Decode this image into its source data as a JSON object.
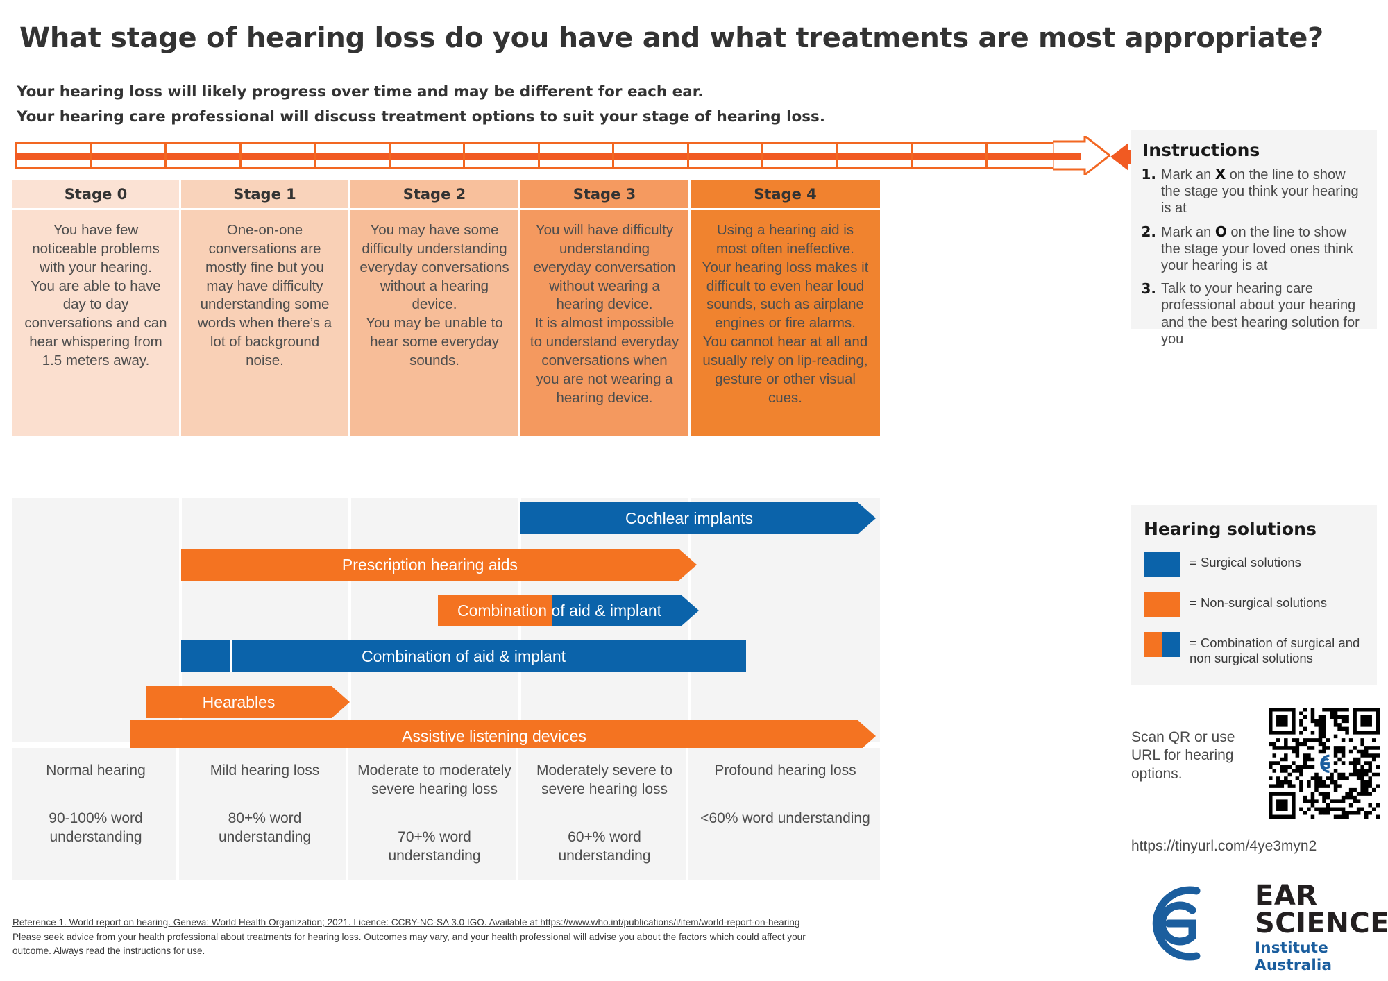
{
  "header": {
    "title": "What stage of hearing loss do you have and what treatments are most appropriate?",
    "subtitle_line1": "Your hearing loss will likely progress over time and may be different for each ear.",
    "subtitle_line2": "Your hearing care professional will discuss treatment options to suit your stage of hearing loss."
  },
  "stages": [
    {
      "label": "Stage 0",
      "description": "You have few noticeable problems with your hearing.\nYou are able to have day to day conversations and can hear whispering from 1.5 meters away.",
      "classification": "Normal hearing",
      "word_understanding": "90-100% word understanding",
      "header_color": "#fbe2d4",
      "body_color": "#fbdfcf"
    },
    {
      "label": "Stage 1",
      "description": "One-on-one conversations are mostly fine but you may have difficulty understanding some words when there’s a lot of background noise.",
      "classification": "Mild hearing loss",
      "word_understanding": "80+% word understanding",
      "header_color": "#f9d3bb",
      "body_color": "#f9d0b6"
    },
    {
      "label": "Stage 2",
      "description": "You may have some difficulty understanding everyday conversations without a hearing device.\nYou may be unable to hear some everyday sounds.",
      "classification": "Moderate to moderately severe hearing loss",
      "word_understanding": "70+% word understanding",
      "header_color": "#f8c09c",
      "body_color": "#f7bd98"
    },
    {
      "label": "Stage 3",
      "description": "You will have difficulty understanding everyday conversation without wearing a hearing device.\nIt is almost impossible to understand everyday conversations when you are not wearing a hearing device.",
      "classification": "Moderately severe to severe hearing loss",
      "word_understanding": "60+% word understanding",
      "header_color": "#f59a60",
      "body_color": "#f4995f"
    },
    {
      "label": "Stage 4",
      "description": "Using a hearing aid is most often ineffective.\nYour hearing loss makes it difficult to even hear loud sounds, such as airplane engines or fire alarms.\nYou cannot hear at all and usually rely on lip-reading, gesture or other visual cues.",
      "classification": "Profound hearing loss",
      "word_understanding": "<60% word understanding",
      "header_color": "#f1822f",
      "body_color": "#f0832f"
    }
  ],
  "solution_bars": [
    {
      "label": "Cochlear implants",
      "type": "surgical"
    },
    {
      "label": "Prescription hearing aids",
      "type": "non-surgical"
    },
    {
      "label": "Combination of aid & implant",
      "type": "combination"
    },
    {
      "label": "Combination of aid & implant",
      "type": "combination-wide"
    },
    {
      "label": "Hearables",
      "type": "non-surgical"
    },
    {
      "label": "Assistive listening devices",
      "type": "non-surgical"
    }
  ],
  "instructions": {
    "heading": "Instructions",
    "items": [
      {
        "num": "1.",
        "before": "Mark an ",
        "mark": "X",
        "after": " on the line to show the stage you think your hearing is at"
      },
      {
        "num": "2.",
        "before": "Mark an ",
        "mark": "O",
        "after": " on the line to show the stage your loved ones think your hearing is at"
      },
      {
        "num": "3.",
        "before": "Talk to your hearing care professional about your hearing and the best hearing solution for you",
        "mark": "",
        "after": ""
      }
    ]
  },
  "legend": {
    "heading": "Hearing solutions",
    "items": [
      {
        "text": "= Surgical solutions",
        "swatch": "blue"
      },
      {
        "text": "= Non-surgical solutions",
        "swatch": "orange"
      },
      {
        "text": "= Combination of surgical and non surgical solutions",
        "swatch": "split"
      }
    ],
    "colors": {
      "surgical": "#0b63aa",
      "non_surgical": "#f47321"
    }
  },
  "qr": {
    "scan_text": "Scan QR or use URL for hearing options.",
    "url": "https://tinyurl.com/4ye3myn2"
  },
  "logo": {
    "line1": "EAR",
    "line2": "SCIENCE",
    "line3": "Institute Australia"
  },
  "footer": {
    "line1": "Reference 1. World report on hearing. Geneva: World Health Organization; 2021. Licence: CCBY-NC-SA 3.0 IGO. Available at https://www.who.int/publications/i/item/world-report-on-hearing",
    "line2": "Please seek advice from your health professional about treatments for hearing loss. Outcomes may vary, and your health professional will advise you about the factors which could affect your",
    "line3": "outcome. Always read the instructions for use. "
  }
}
